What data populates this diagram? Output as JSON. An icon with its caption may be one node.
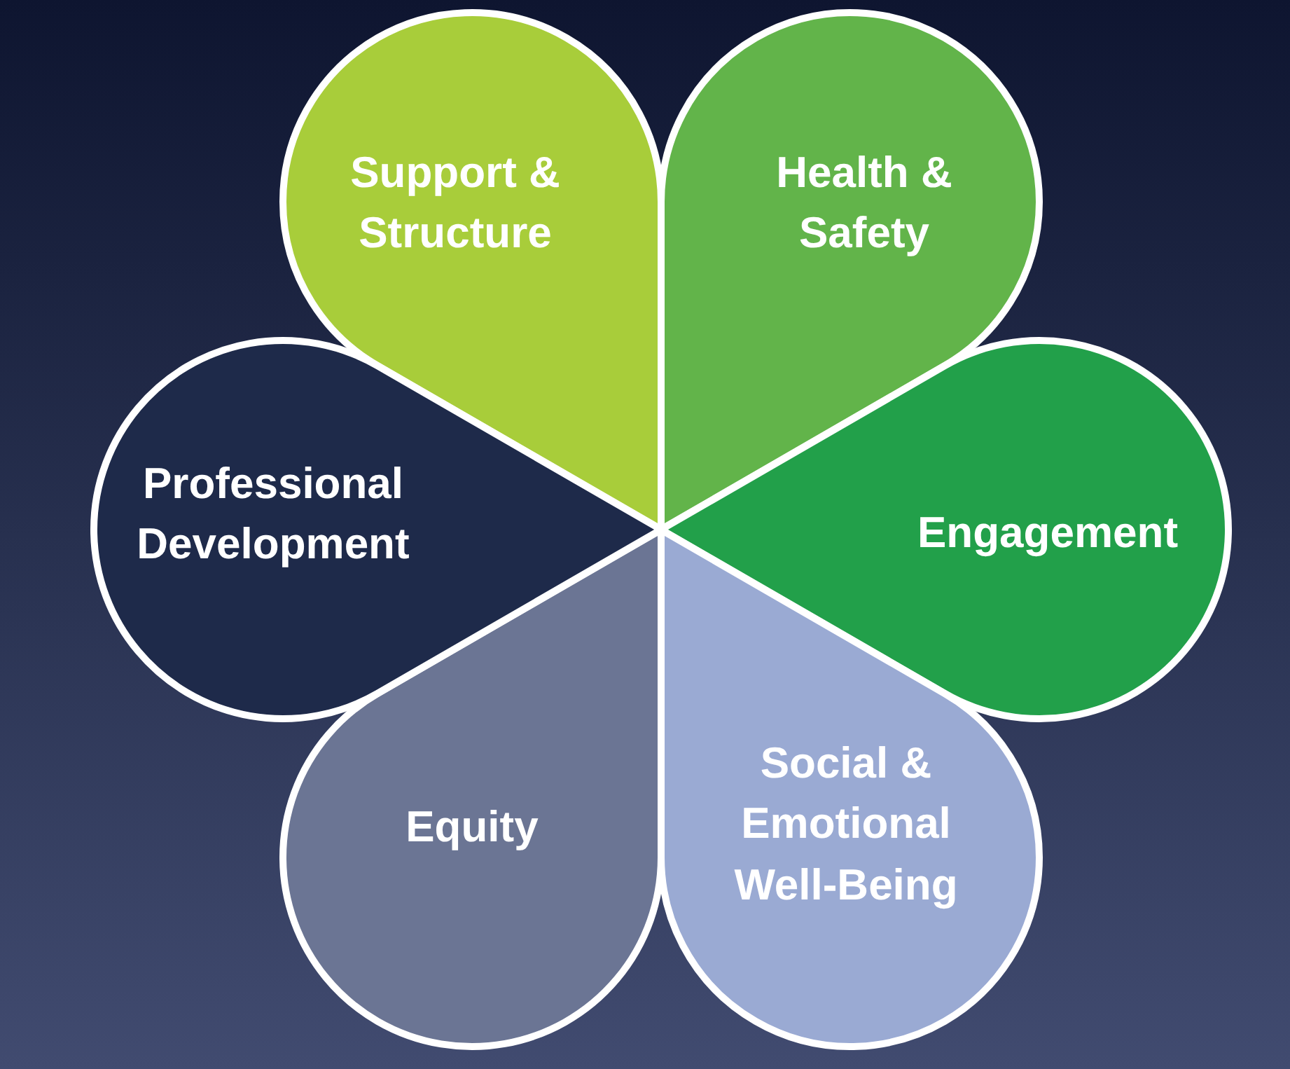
{
  "diagram": {
    "nodes": [
      {
        "text": [
          "Support & Structure"
        ]
      },
      {
        "text": [
          "Health & Safety"
        ]
      },
      {
        "text": [
          "Engagement"
        ]
      },
      {
        "text": [
          "Social & Emotional Well-Being"
        ]
      },
      {
        "text": [
          "Equity"
        ]
      },
      {
        "text": [
          "Professional Development"
        ]
      }
    ]
  }
}
